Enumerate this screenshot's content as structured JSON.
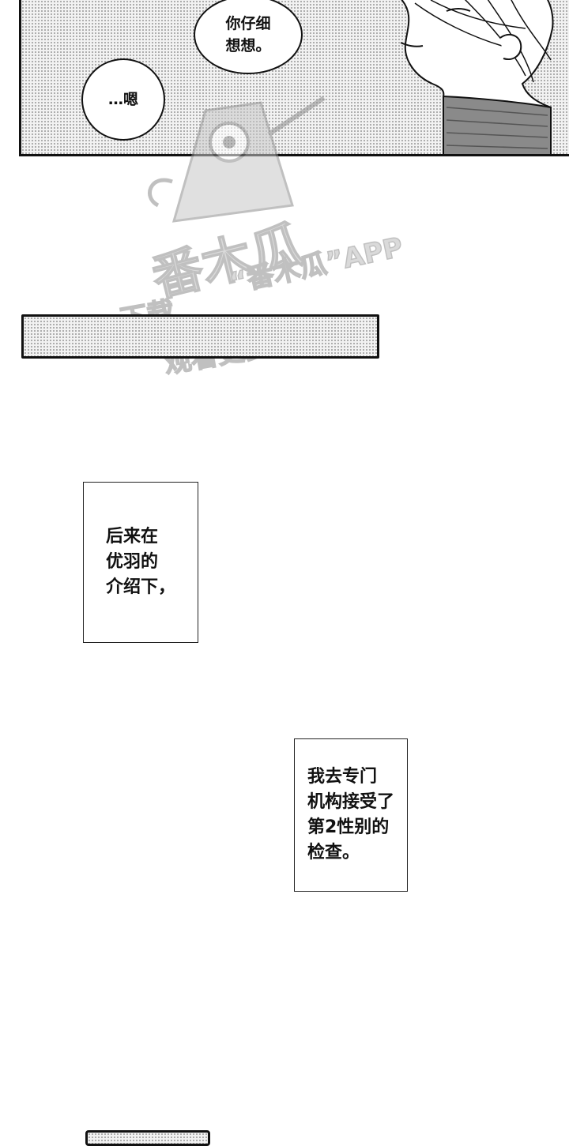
{
  "top_panel": {
    "bubble_1_lines": [
      "你仔细",
      "想想。"
    ],
    "bubble_2_text": "…嗯"
  },
  "narration_1_lines": [
    "后来在",
    "优羽的",
    "介绍下，"
  ],
  "narration_2_lines": [
    "我去专门",
    "机构接受了",
    "第2性别的",
    "检查。"
  ],
  "watermark": {
    "brand": "番木瓜",
    "app_line": "“番木瓜”APP",
    "line_2": "下载",
    "line_3": "观看更多作品"
  }
}
